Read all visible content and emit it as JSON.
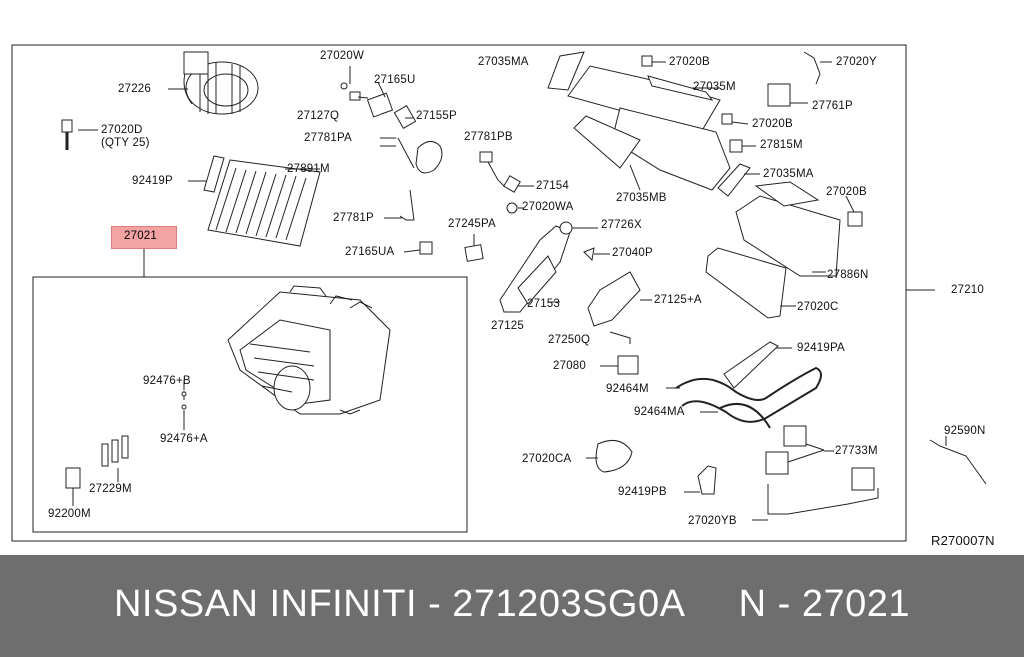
{
  "diagram": {
    "labels": {
      "p27226": "27226",
      "p27020d": "27020D",
      "p27020d_qty": "(QTY 25)",
      "p92419p": "92419P",
      "p27891m": "27891M",
      "p27021": "27021",
      "p27020w": "27020W",
      "p27165u": "27165U",
      "p27127q": "27127Q",
      "p27155p": "27155P",
      "p27781pa": "27781PA",
      "p27781pb": "27781PB",
      "p27154": "27154",
      "p27020wa": "27020WA",
      "p27781p": "27781P",
      "p27245pa": "27245PA",
      "p27165ua": "27165UA",
      "p27035ma_top": "27035MA",
      "p27020b_top": "27020B",
      "p27035m": "27035M",
      "p27020y": "27020Y",
      "p27761p": "27761P",
      "p27020b_mid": "27020B",
      "p27815m": "27815M",
      "p27035ma_mid": "27035MA",
      "p27035mb": "27035MB",
      "p27020b_right": "27020B",
      "p27726x": "27726X",
      "p27040p": "27040P",
      "p27886n": "27886N",
      "p27210": "27210",
      "p27153": "27153",
      "p27125a": "27125+A",
      "p27020c": "27020C",
      "p27125": "27125",
      "p27250q": "27250Q",
      "p92419pa": "92419PA",
      "p27080": "27080",
      "p92464m": "92464M",
      "p92464ma": "92464MA",
      "p92476b": "92476+B",
      "p92476a": "92476+A",
      "p27229m": "27229M",
      "p92200m": "92200M",
      "p27020ca": "27020CA",
      "p92590n": "92590N",
      "p27733m": "27733M",
      "p92419pb": "92419PB",
      "p27020yb": "27020YB",
      "ref": "R270007N"
    },
    "highlight_color": "#f4a3a3",
    "line_color": "#222222"
  },
  "footer": {
    "text": "NISSAN INFINITI - 271203SG0A     N - 27021",
    "background": "#6e6e6e",
    "color": "#ffffff"
  }
}
